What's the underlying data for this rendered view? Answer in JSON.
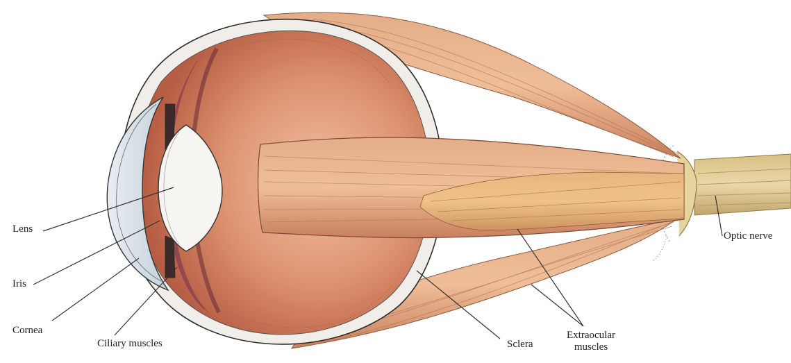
{
  "labels": {
    "lens": "Lens",
    "iris": "Iris",
    "cornea": "Cornea",
    "ciliary_muscles": "Ciliary muscles",
    "sclera": "Sclera",
    "extraocular_line1": "Extraocular",
    "extraocular_line2": "muscles",
    "optic_nerve": "Optic nerve"
  },
  "colors": {
    "sclera_fill": "#f1eeea",
    "eye_interior": "#d98a66",
    "muscle": "#e0a47e",
    "muscle_shadow": "#c67c58",
    "optic_nerve": "#dcc79a",
    "choroid": "#9a4a52",
    "cornea": "#cdd8e0",
    "lens": "#f4f3ef",
    "ink": "#333333"
  }
}
